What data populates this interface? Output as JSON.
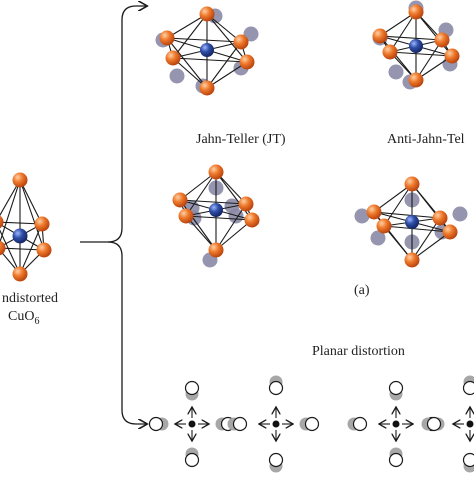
{
  "labels": {
    "jt": "Jahn-Teller (JT)",
    "anti_jt": "Anti-Jahn-Tel",
    "panel_a": "(a)",
    "undistorted": "ndistorted",
    "cuo_base": "CuO",
    "cuo_sub": "6",
    "planar": "Planar distortion"
  },
  "colors": {
    "oxygen": "#ec6a1e",
    "copper": "#2f4fa8",
    "shadow": "#8a8aa6",
    "bond": "#1a1a1a",
    "planar_shadow": "#a7a7a7"
  }
}
